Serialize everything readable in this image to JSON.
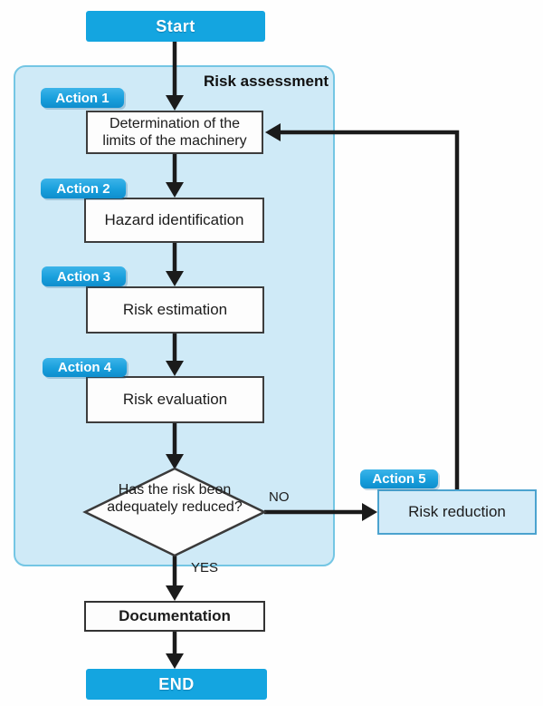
{
  "flowchart": {
    "start_label": "Start",
    "end_label": "END",
    "group_label": "Risk assessment",
    "badges": [
      "Action 1",
      "Action 2",
      "Action 3",
      "Action 4",
      "Action 5"
    ],
    "boxes": {
      "determination_line1": "Determination of the",
      "determination_line2": "limits of the machinery",
      "hazard": "Hazard identification",
      "estimation": "Risk estimation",
      "evaluation": "Risk evaluation",
      "reduction": "Risk reduction",
      "documentation": "Documentation"
    },
    "decision": {
      "line1": "Has the risk been",
      "line2": "adequately reduced?"
    },
    "branch_labels": {
      "no": "NO",
      "yes": "YES"
    },
    "colors": {
      "accent_blue": "#14a5e0",
      "group_fill": "#cfeaf7",
      "group_border": "#74c6e4",
      "reduction_fill": "#d3ebf8",
      "reduction_border": "#4ba3cf",
      "box_border": "#3d3d3d",
      "arrow": "#1b1b1b"
    }
  }
}
